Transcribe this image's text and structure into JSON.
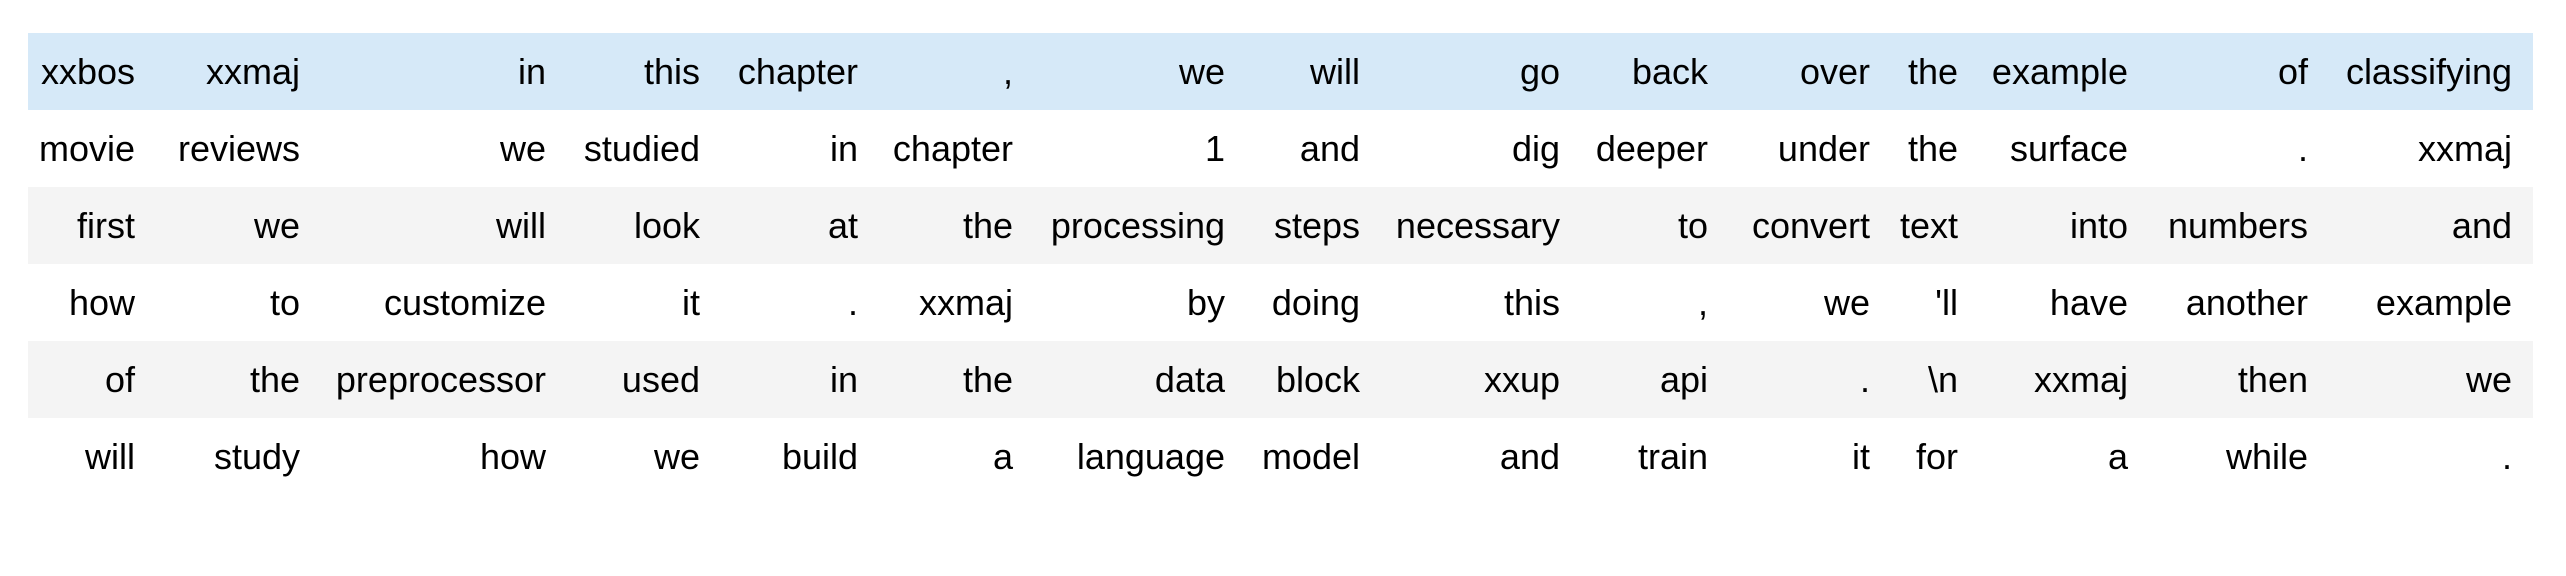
{
  "page": {
    "background_color": "#ffffff",
    "description": "Notebook output table of tokenized text"
  },
  "table": {
    "highlighted_row_index": 0,
    "highlight_color": "#d6e9f8",
    "stripe_color": "#f4f4f4",
    "row_color": "#ffffff",
    "text_color": "#000000",
    "rows": [
      [
        "xxbos",
        "xxmaj",
        "in",
        "this",
        "chapter",
        ",",
        "we",
        "will",
        "go",
        "back",
        "over",
        "the",
        "example",
        "of",
        "classifying"
      ],
      [
        "movie",
        "reviews",
        "we",
        "studied",
        "in",
        "chapter",
        "1",
        "and",
        "dig",
        "deeper",
        "under",
        "the",
        "surface",
        ".",
        "xxmaj"
      ],
      [
        "first",
        "we",
        "will",
        "look",
        "at",
        "the",
        "processing",
        "steps",
        "necessary",
        "to",
        "convert",
        "text",
        "into",
        "numbers",
        "and"
      ],
      [
        "how",
        "to",
        "customize",
        "it",
        ".",
        "xxmaj",
        "by",
        "doing",
        "this",
        ",",
        "we",
        "'ll",
        "have",
        "another",
        "example"
      ],
      [
        "of",
        "the",
        "preprocessor",
        "used",
        "in",
        "the",
        "data",
        "block",
        "xxup",
        "api",
        ".",
        "\\n",
        "xxmaj",
        "then",
        "we"
      ],
      [
        "will",
        "study",
        "how",
        "we",
        "build",
        "a",
        "language",
        "model",
        "and",
        "train",
        "it",
        "for",
        "a",
        "while",
        "."
      ]
    ]
  }
}
